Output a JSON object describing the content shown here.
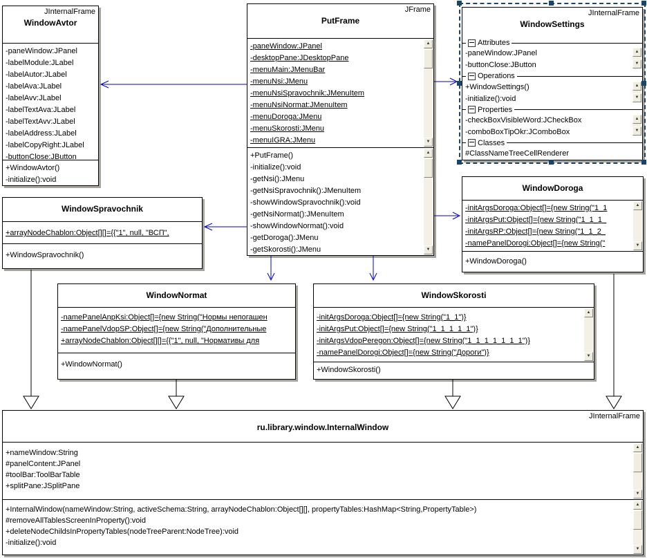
{
  "colors": {
    "association_arrow": "#0000cc",
    "generalization_line": "#000000",
    "selection_border": "#17456b",
    "box_shadow": "#a6a49c",
    "box_background": "#ffffff"
  },
  "icons": {
    "scroll_up": "▲",
    "scroll_down": "▼",
    "collapse": "minus-box"
  },
  "classes": {
    "window_avtor": {
      "stereotype": "JInternalFrame",
      "name": "WindowAvtor",
      "attributes": [
        "-paneWindow:JPanel",
        "-labelModule:JLabel",
        "-labelAutor:JLabel",
        "-labelAva:JLabel",
        "-labelAvv:JLabel",
        "-labelTextAva:JLabel",
        "-labelTextAvv:JLabel",
        "-labelAddress:JLabel",
        "-labelCopyRight:JLabel",
        "-buttonClose:JButton"
      ],
      "operations": [
        "+WindowAvtor()",
        "-initialize():void"
      ]
    },
    "put_frame": {
      "stereotype": "JFrame",
      "name": "PutFrame",
      "attributes": [
        "-paneWindow:JPanel",
        "-desktopPane:JDesktopPane",
        "-menuMain:JMenuBar",
        "-menuNsi:JMenu",
        "-menuNsiSpravochnik:JMenuItem",
        "-menuNsiNormat:JMenuItem",
        "-menuDoroga:JMenu",
        "-menuSkorosti:JMenu",
        "-menuIGRA:JMenu"
      ],
      "operations": [
        "+PutFrame()",
        "-initialize():void",
        "-getNsi():JMenu",
        "-getNsiSpravochnik():JMenuItem",
        "-showWindowSpravochnik():void",
        "-getNsiNormat():JMenuItem",
        "-showWindowNormat():void",
        "-getDoroga():JMenu",
        "-getSkorosti():JMenu"
      ]
    },
    "window_settings": {
      "stereotype": "JInternalFrame",
      "name": "WindowSettings",
      "groups": [
        {
          "label": "Attributes",
          "items": [
            "-paneWindow:JPanel",
            "-buttonClose:JButton"
          ]
        },
        {
          "label": "Operations",
          "items": [
            "+WindowSettings()",
            "-initialize():void"
          ]
        },
        {
          "label": "Properties",
          "items": [
            "-checkBoxVisibleWord:JCheckBox",
            "-comboBoxTipOkr:JComboBox"
          ]
        },
        {
          "label": "Classes",
          "items": [
            "#ClassNameTreeCellRenderer"
          ]
        }
      ]
    },
    "window_spravochnik": {
      "name": "WindowSpravochnik",
      "attributes": [
        "+arrayNodeChablon:Object[][]={{\"1\", null, \"ВСП\","
      ],
      "operations": [
        "+WindowSpravochnik()"
      ]
    },
    "window_doroga": {
      "name": "WindowDoroga",
      "attributes": [
        "-initArgsDoroga:Object[]={new String(\"1_1",
        "-initArgsPut:Object[]={new String(\"1_1_1_",
        "-initArgsRP:Object[]={new String(\"1_1_2_",
        "-namePanelDorogi:Object[]={new String(\""
      ],
      "operations": [
        "+WindowDoroga()"
      ]
    },
    "window_normat": {
      "name": "WindowNormat",
      "attributes": [
        "-namePanelAnpKsi:Object[]={new String(\"Нормы непогашен",
        "-namePanelVdopSP:Object[]={new String(\"Дополнительные",
        "+arrayNodeChablon:Object[][]={{\"1\", null, \"Нормативы для"
      ],
      "operations": [
        "+WindowNormat()"
      ]
    },
    "window_skorosti": {
      "name": "WindowSkorosti",
      "attributes": [
        "-initArgsDoroga:Object[]={new String(\"1_1\")}",
        "-initArgsPut:Object[]={new String(\"1_1_1_1_1\")}",
        "-initArgsVdopPeregon:Object[]={new String(\"1_1_1_1_1_1_1\")}",
        "-namePanelDorogi:Object[]={new String(\"Дороги\")}"
      ],
      "operations": [
        "+WindowSkorosti()"
      ]
    },
    "internal_window": {
      "stereotype": "JInternalFrame",
      "name": "ru.library.window.InternalWindow",
      "attributes": [
        "+nameWindow:String",
        "#panelContent:JPanel",
        "#toolBar:ToolBarTable",
        "+splitPane:JSplitPane"
      ],
      "operations": [
        "+InternalWindow(nameWindow:String, activeSchema:String, arrayNodeChablon:Object[][], propertyTables:HashMap<String,PropertyTable>)",
        "#removeAllTablesScreenInProperty():void",
        "+deleteNodeChildsInPropertyTables(nodeTreeParent:NodeTree):void",
        "-initialize():void"
      ]
    }
  }
}
